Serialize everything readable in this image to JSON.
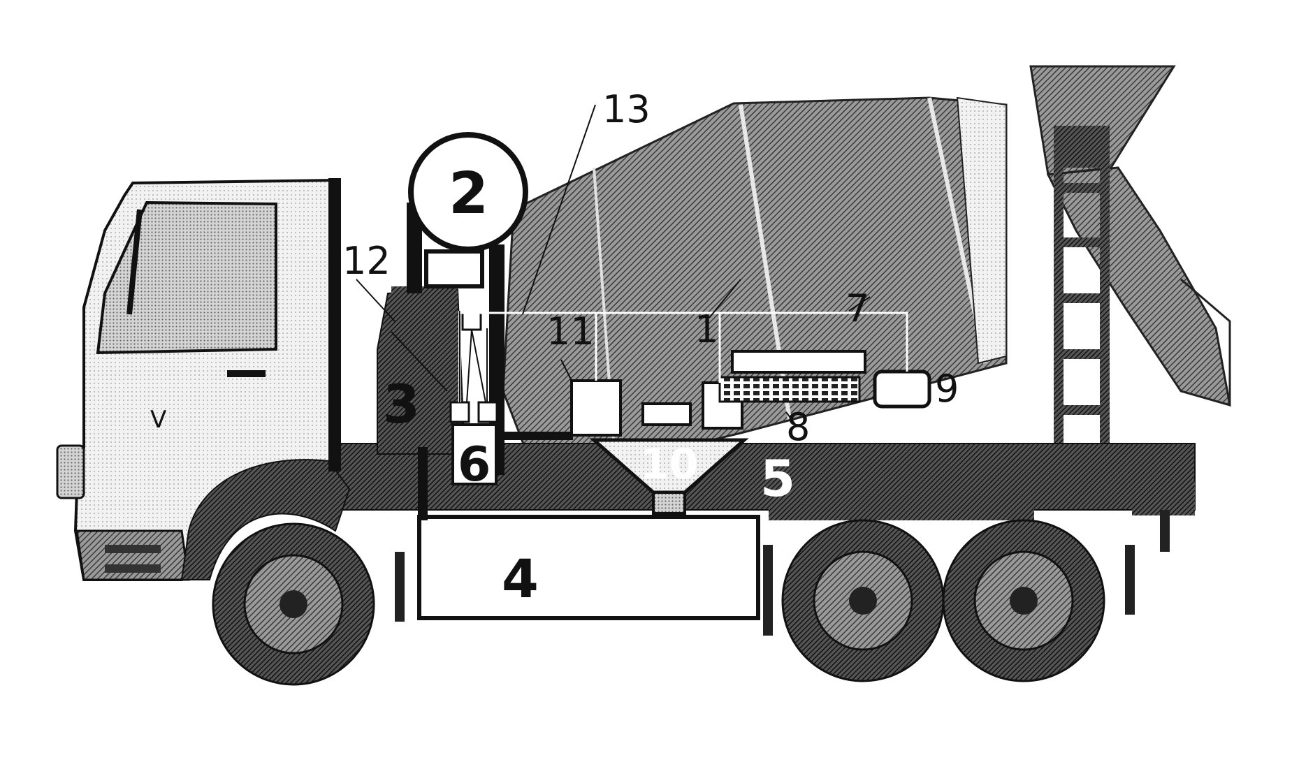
{
  "figure": {
    "labels": {
      "l1": "1",
      "l2": "2",
      "l3": "3",
      "l4": "4",
      "l5": "5",
      "l6": "6",
      "l7": "7",
      "l8": "8",
      "l9": "9",
      "l10": "10",
      "l11": "11",
      "l12": "12",
      "l13": "13",
      "cab_mark": "V"
    }
  }
}
